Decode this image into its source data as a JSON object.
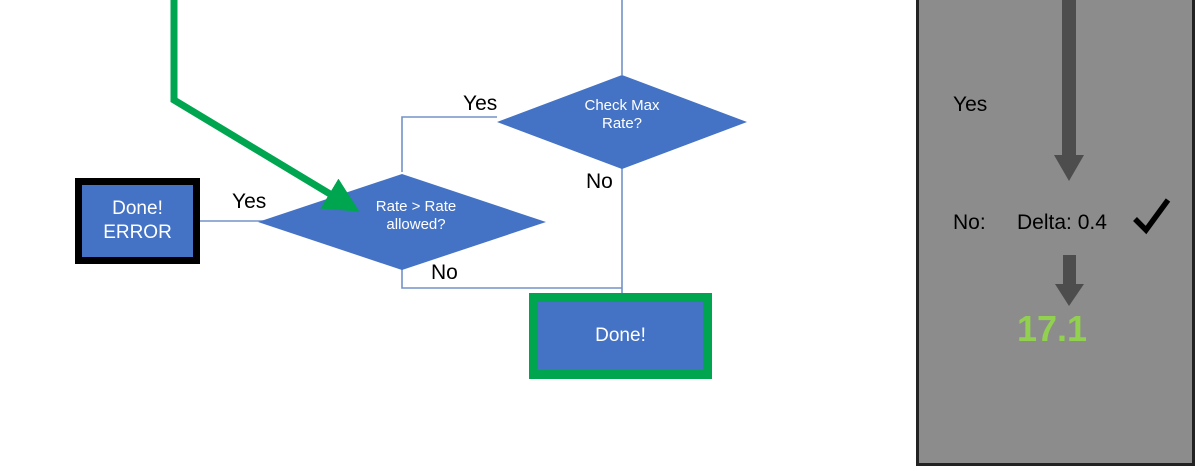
{
  "diagram": {
    "type": "flowchart",
    "nodes": [
      {
        "id": "check-max-rate",
        "shape": "decision",
        "label": "Check Max\nRate?",
        "fill": "#4472C4",
        "text_color": "#ffffff"
      },
      {
        "id": "rate-gt-rate-allowed",
        "shape": "decision",
        "label": "Rate > Rate\nallowed?",
        "fill": "#4472C4",
        "text_color": "#ffffff"
      },
      {
        "id": "done-error",
        "shape": "terminator",
        "label": "Done!\nERROR",
        "fill": "#4472C4",
        "border": "#000000",
        "text_color": "#ffffff"
      },
      {
        "id": "done",
        "shape": "terminator",
        "label": "Done!",
        "fill": "#4472C4",
        "border": "#00A550",
        "text_color": "#ffffff"
      }
    ],
    "edge_labels": {
      "yes_to_max_rate": "Yes",
      "no_from_max_rate": "No",
      "yes_to_error": "Yes",
      "no_from_rate": "No"
    },
    "highlight_path_color": "#00A550",
    "connector_color": "#7392C8"
  },
  "panel": {
    "background": "#8c8c8c",
    "border_color": "#222222",
    "yes_label": "Yes",
    "no_label": "No:",
    "delta_label": "Delta: 0.4",
    "check_icon": "check-mark",
    "result_value": "17.1",
    "result_color": "#92D050",
    "arrow_color": "#4d4d4d"
  }
}
